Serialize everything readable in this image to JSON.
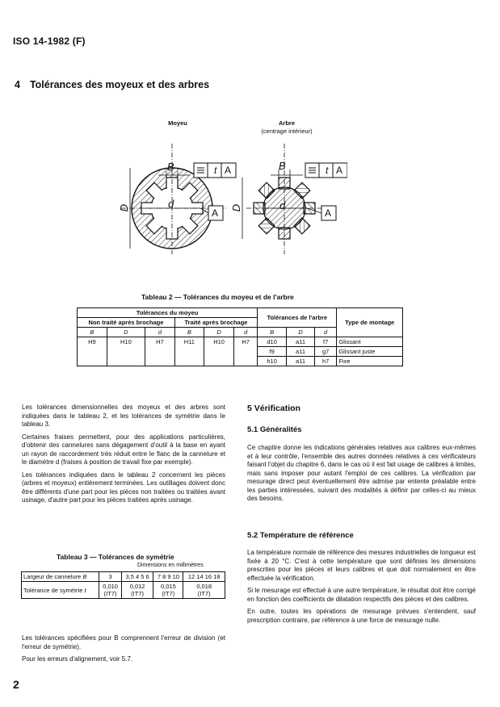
{
  "header": {
    "standard": "ISO 14-1982 (F)"
  },
  "section4": {
    "number": "4",
    "title": "Tolérances des moyeux et des arbres"
  },
  "figure": {
    "hub_label": "Moyeu",
    "shaft_label": "Arbre",
    "shaft_sublabel": "(centrage intérieur)",
    "dim_B": "B",
    "dim_D": "D",
    "dim_d": "d",
    "tol_t": "t",
    "datum_A": "A"
  },
  "table2": {
    "caption": "Tableau 2 — Tolérances du moyeu et de l'arbre",
    "hub_header": "Tolérances du moyeu",
    "untreated_header": "Non traité après brochage",
    "treated_header": "Traité après brochage",
    "shaft_header": "Tolérances de l'arbre",
    "fit_header": "Type de montage",
    "col_B": "B",
    "col_D": "D",
    "col_d": "d",
    "hub_values": [
      "H9",
      "H10",
      "H7",
      "H11",
      "H10",
      "H7"
    ],
    "rows": [
      {
        "B": "d10",
        "D": "a11",
        "d": "f7",
        "fit": "Glissant"
      },
      {
        "B": "f9",
        "D": "a11",
        "d": "g7",
        "fit": "Glissant juste"
      },
      {
        "B": "h10",
        "D": "a11",
        "d": "h7",
        "fit": "Fixe"
      }
    ]
  },
  "left_text": {
    "p1": "Les tolérances dimensionnelles des moyeux et des arbres sont indiquées dans le tableau 2, et les tolérances de symétrie dans le tableau 3.",
    "p2": "Certaines fraises permettent, pour des applications particulières, d'obtenir des cannelures sans dégagement d'outil à la base en ayant un rayon de raccordement très réduit entre le flanc de la cannelure et le diamètre d (fraises à position de travail fixe par exemple).",
    "p3": "Les tolérances indiquées dans le tableau 2 concernent les pièces (arbres et moyeux) entièrement terminées. Les outillages doivent donc être différents d'une part pour les pièces non traitées ou traitées avant usinage, d'autre part pour les pièces traitées après usinage."
  },
  "table3": {
    "caption": "Tableau 3 — Tolérances de symétrie",
    "units": "Dimensions en millimètres",
    "row1_label": "Largeur de cannelure",
    "row1_sym": "B",
    "widths": [
      "3",
      "3,5  4  5  6",
      "7  8  9  10",
      "12  14  16  18"
    ],
    "row2_label": "Tolérance de symétrie",
    "row2_sym": "t",
    "tolerances": [
      {
        "value": "0,010",
        "grade": "(IT7)"
      },
      {
        "value": "0,012",
        "grade": "(IT7)"
      },
      {
        "value": "0,015",
        "grade": "(IT7)"
      },
      {
        "value": "0,018",
        "grade": "(IT7)"
      }
    ]
  },
  "left_bottom": {
    "p1": "Les tolérances spécifiées pour B comprennent l'erreur de division (et l'erreur de symétrie).",
    "p2": "Pour les erreurs d'alignement, voir 5.7."
  },
  "section5": {
    "title": "5   Vérification",
    "s51_title": "5.1   Généralités",
    "s51_text": "Ce chapitre donne les indications générales relatives aux calibres eux-mêmes et à leur contrôle, l'ensemble des autres données relatives à ces vérificateurs faisant l'objet du chapitre 6, dans le cas où il est fait usage de calibres à limites, mais sans imposer pour autant l'emploi de ces calibres. La vérification par mesurage direct peut éventuellement être admise par entente préalable entre les parties intéressées, suivant des modalités à définir par celles-ci au mieux des besoins.",
    "s52_title": "5.2   Température de référence",
    "s52_p1": "La température normale de référence des mesures industrielles de longueur est fixée à 20 °C. C'est à cette température que sont définies les dimensions prescrites pour les pièces et leurs calibres et que doit normalement en être effectuée la vérification.",
    "s52_p2": "Si le mesurage est effectué à une autre température, le résultat doit être corrigé en fonction des coefficients de dilatation respectifs des pièces et des calibres.",
    "s52_p3": "En outre, toutes les opérations de mesurage prévues s'entendent, sauf prescription contraire, par référence à une force de mesurage nulle."
  },
  "page_number": "2"
}
